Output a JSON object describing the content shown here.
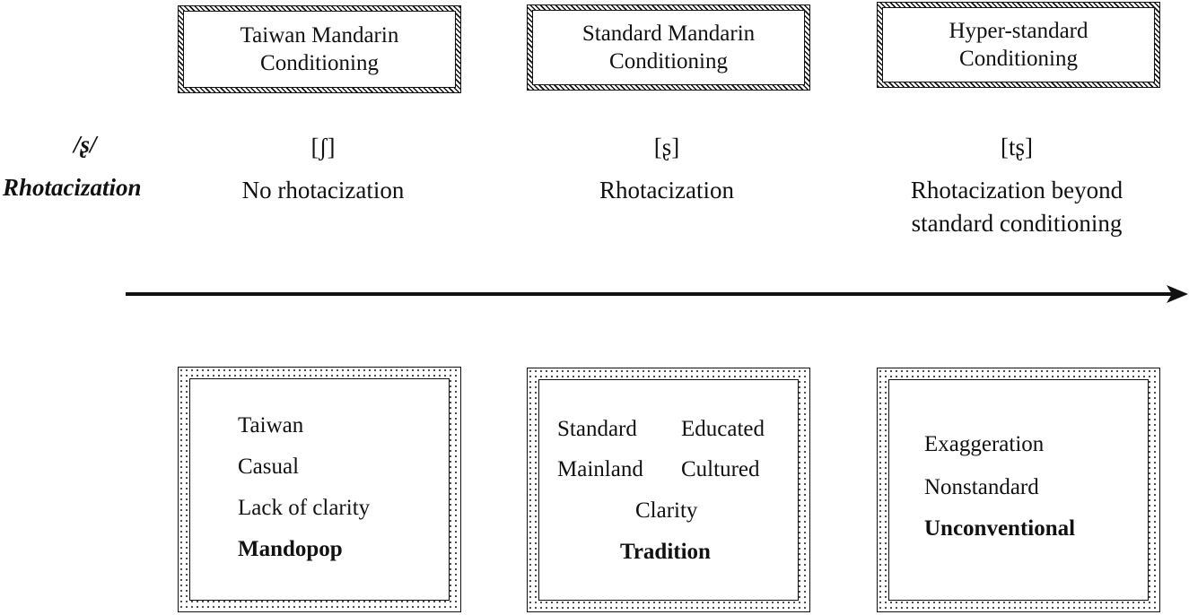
{
  "row_labels": {
    "phoneme": "/ʂ/",
    "rhotacization": "Rhotacization"
  },
  "columns": [
    {
      "condition_lines": [
        "Taiwan Mandarin",
        "Conditioning"
      ],
      "ipa": "[ʃ]",
      "description_lines": [
        "No rhotacization"
      ],
      "associations": [
        "Taiwan",
        "Casual",
        "Lack of clarity",
        "Mandopop"
      ]
    },
    {
      "condition_lines": [
        "Standard Mandarin",
        "Conditioning"
      ],
      "ipa": "[ʂ]",
      "description_lines": [
        "Rhotacization"
      ],
      "associations": [
        "Standard",
        "Educated",
        "Mainland",
        "Cultured",
        "Clarity",
        "Tradition"
      ]
    },
    {
      "condition_lines": [
        "Hyper-standard",
        "Conditioning"
      ],
      "ipa": "[tʂ]",
      "description_lines": [
        "Rhotacization beyond",
        "standard conditioning"
      ],
      "associations": [
        "Exaggeration",
        "Nonstandard",
        "Unconventional"
      ]
    }
  ],
  "bold_associations": [
    "Mandopop",
    "Tradition",
    "Unconventional"
  ],
  "colors": {
    "ink": "#111111",
    "background": "#ffffff"
  }
}
